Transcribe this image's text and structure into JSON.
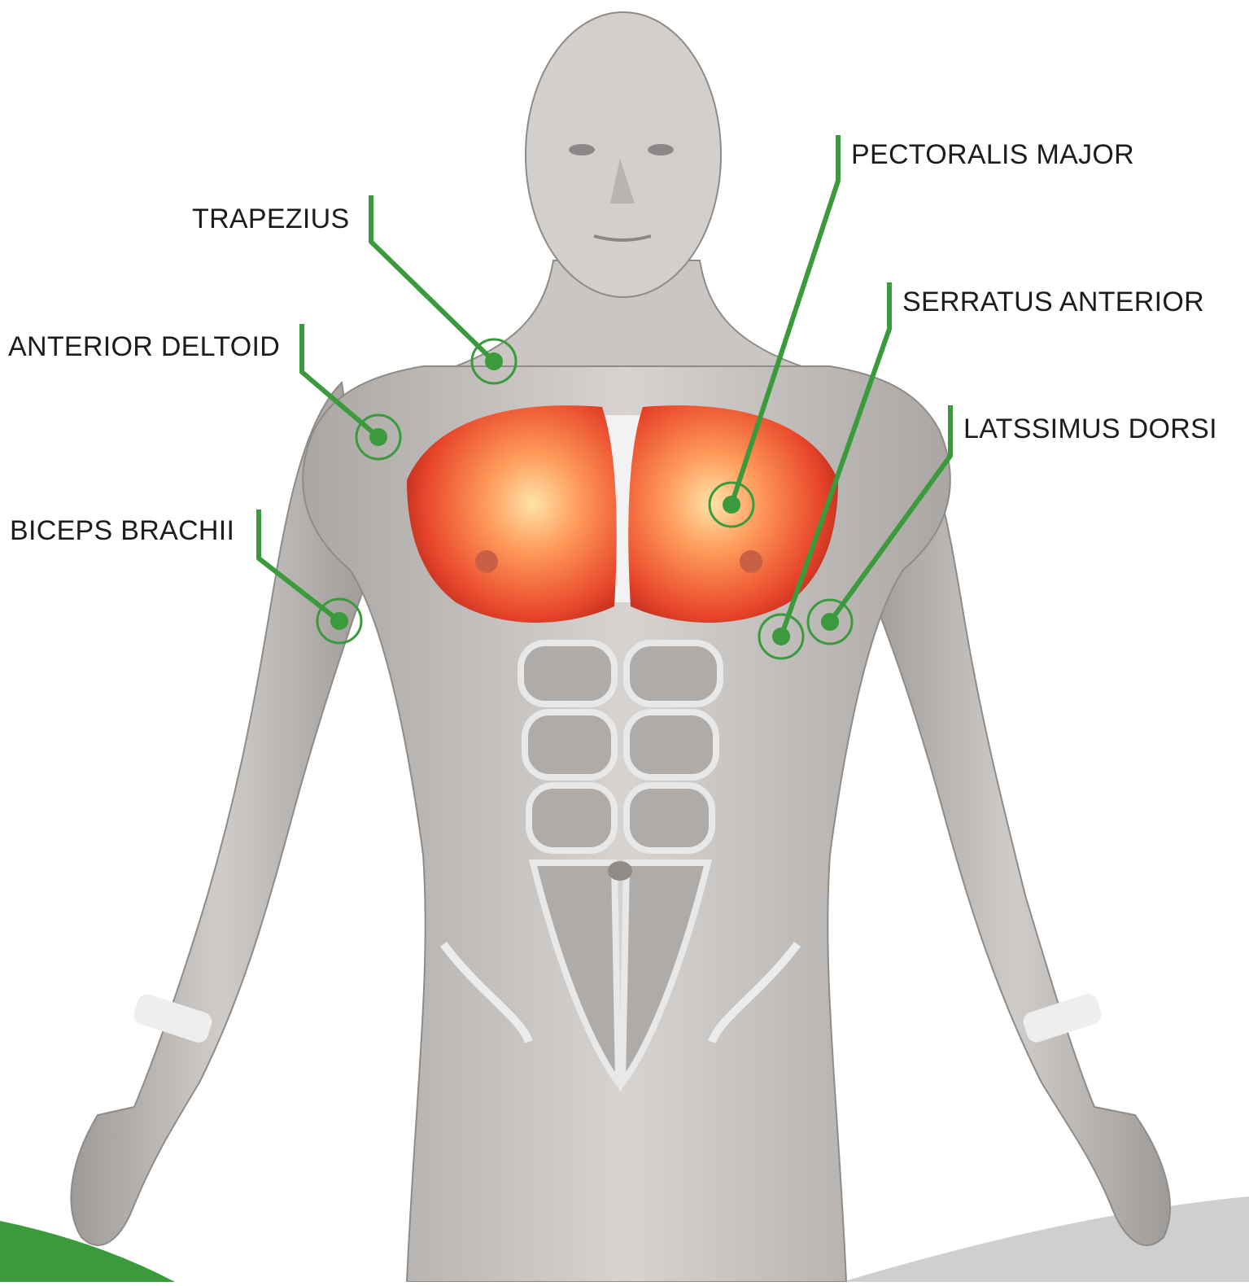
{
  "diagram": {
    "colors": {
      "callout_green": "#3a9a3c",
      "highlight_muscle": "#f0552f",
      "body_gray": "#bdbab8",
      "background": "#ffffff"
    },
    "subject": "anatomical-front-torso",
    "labels": [
      {
        "id": "trapezius",
        "text": "TRAPEZIUS"
      },
      {
        "id": "anterior_deltoid",
        "text": "ANTERIOR DELTOID"
      },
      {
        "id": "biceps_brachii",
        "text": "BICEPS BRACHII"
      },
      {
        "id": "pectoralis_major",
        "text": "PECTORALIS MAJOR"
      },
      {
        "id": "serratus_anterior",
        "text": "SERRATUS ANTERIOR"
      },
      {
        "id": "latissimus_dorsi",
        "text": "LATSSIMUS DORSI"
      }
    ]
  }
}
